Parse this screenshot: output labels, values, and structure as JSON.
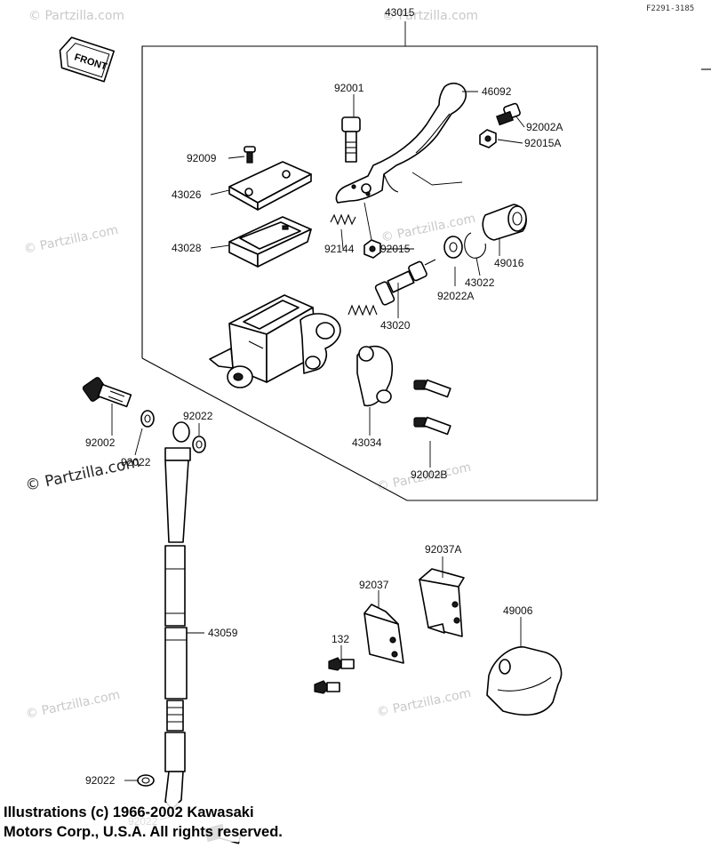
{
  "diagram_code": "F2291-3185",
  "front_badge": "FRONT",
  "labels": {
    "p43015": "43015",
    "p92001": "92001",
    "p46092": "46092",
    "p92002A": "92002A",
    "p92015A": "92015A",
    "p92009": "92009",
    "p43026": "43026",
    "p43028": "43028",
    "p92144": "92144",
    "p92015": "92015",
    "p49016": "49016",
    "p43022": "43022",
    "p92022A": "92022A",
    "p43020": "43020",
    "p43034": "43034",
    "p92002B": "92002B",
    "p92002": "92002",
    "p92022_a": "92022",
    "p92022_b": "92022",
    "p43059": "43059",
    "p92037A": "92037A",
    "p92037": "92037",
    "p49006": "49006",
    "p132": "132",
    "p92022_c": "92022",
    "p92022_d": "92022"
  },
  "watermark": {
    "main": "© Partzilla.com",
    "small": "© Partzilla.com"
  },
  "copyright": {
    "line1": "Illustrations (c) 1966-2002 Kawasaki",
    "line2": "Motors Corp., U.S.A.  All rights reserved."
  }
}
